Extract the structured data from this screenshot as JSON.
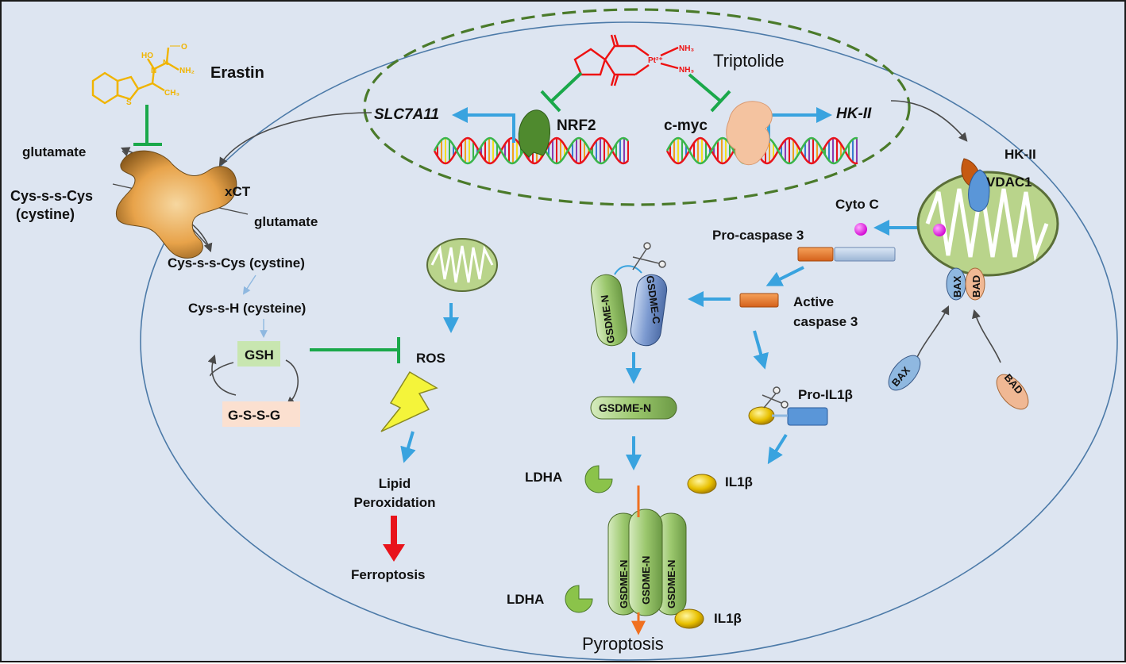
{
  "compounds": {
    "erastin": "Erastin",
    "triptolide": "Triptolide",
    "erastin_atoms": {
      "oh": "HO",
      "n1": "N",
      "n2": "N",
      "o": "O",
      "nh2": "NH₂",
      "ch3": "CH₃",
      "s": "S"
    },
    "triptolide_atoms": {
      "pt": "Pt²⁺",
      "nh3_a": "NH₃",
      "nh3_b": "NH₃"
    }
  },
  "nucleus": {
    "slc7a11": "SLC7A11",
    "nrf2": "NRF2",
    "cmyc": "c-myc",
    "hk2_gene": "HK-II"
  },
  "xct": {
    "label": "xCT",
    "glutamate_out": "glutamate",
    "cystine_out_line1": "Cys-s-s-Cys",
    "cystine_out_line2": "(cystine)",
    "glutamate_in": "glutamate"
  },
  "ferroptosis_path": {
    "cystine": "Cys-s-s-Cys (cystine)",
    "cysteine": "Cys-s-H (cysteine)",
    "gsh": "GSH",
    "gssg": "G-S-S-G",
    "ros": "ROS",
    "lipid_line1": "Lipid",
    "lipid_line2": "Peroxidation",
    "ferroptosis": "Ferroptosis"
  },
  "mito": {
    "hk2": "HK-II",
    "vdac1": "VDAC1",
    "cytoc": "Cyto C",
    "bax": "BAX",
    "bad": "BAD"
  },
  "pyro_path": {
    "procasp3": "Pro-caspase 3",
    "active_line1": "Active",
    "active_line2": "caspase 3",
    "gsdme_n": "GSDME-N",
    "gsdme_c": "GSDME-C",
    "proil": "Pro-IL1β",
    "il1b": "IL1β",
    "ldha": "LDHA",
    "pyroptosis": "Pyroptosis"
  },
  "colors": {
    "background": "#dde5f1",
    "membrane": "#4c7aa8",
    "nucleus_border": "#4a7a2a",
    "inhibit": "#1aa84a",
    "activate_arrow": "#39a3df",
    "ferroptosis_arrow": "#e8131b",
    "erastin": "#f0b400",
    "triptolide": "#ee1111",
    "mito_fill": "#b9d48b",
    "gsdme_fill": "#a6cc7c"
  }
}
